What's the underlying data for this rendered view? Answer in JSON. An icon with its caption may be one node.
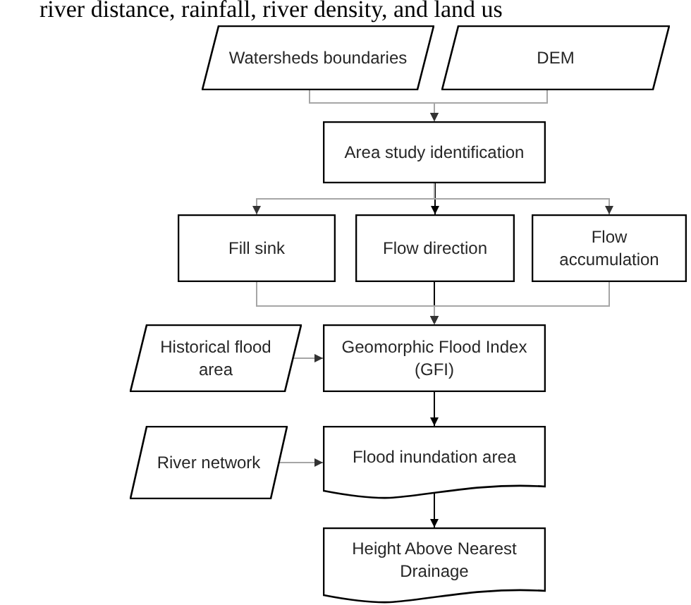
{
  "diagram": {
    "nodes": [
      {
        "text": [
          "Watersheds boundaries"
        ]
      },
      {
        "text": [
          "DEM"
        ]
      },
      {
        "text": [
          "Area study identification"
        ]
      },
      {
        "text": [
          "Fill sink"
        ]
      },
      {
        "text": [
          "Flow direction"
        ]
      },
      {
        "text": [
          "Flow accumulation"
        ]
      },
      {
        "text": [
          "Historical flood area"
        ]
      },
      {
        "text": [
          "Geomorphic Flood Index (GFI)"
        ]
      },
      {
        "text": [
          "River network"
        ]
      },
      {
        "text": [
          "Flood inundation area"
        ]
      },
      {
        "text": [
          "Height Above Nearest Drainage"
        ]
      }
    ],
    "edges": [
      {
        "from": 0,
        "to": 2,
        "arrow": "to"
      },
      {
        "from": 1,
        "to": 2,
        "arrow": "to"
      },
      {
        "from": 2,
        "to": 3,
        "arrow": "to"
      },
      {
        "from": 2,
        "to": 4,
        "arrow": "to",
        "color": "#000000"
      },
      {
        "from": 2,
        "to": 5,
        "arrow": "to"
      },
      {
        "from": 3,
        "to": 7,
        "arrow": "to"
      },
      {
        "from": 4,
        "to": 7,
        "arrow": "to",
        "color": "#000000"
      },
      {
        "from": 5,
        "to": 7,
        "arrow": "to"
      },
      {
        "from": 6,
        "to": 7,
        "arrow": "to"
      },
      {
        "from": 7,
        "to": 9,
        "arrow": "to",
        "color": "#000000"
      },
      {
        "from": 8,
        "to": 9,
        "arrow": "to"
      },
      {
        "from": 9,
        "to": 10,
        "arrow": "to",
        "color": "#000000"
      }
    ],
    "labels": [
      "river distance, rainfall, river density, and land us"
    ]
  }
}
